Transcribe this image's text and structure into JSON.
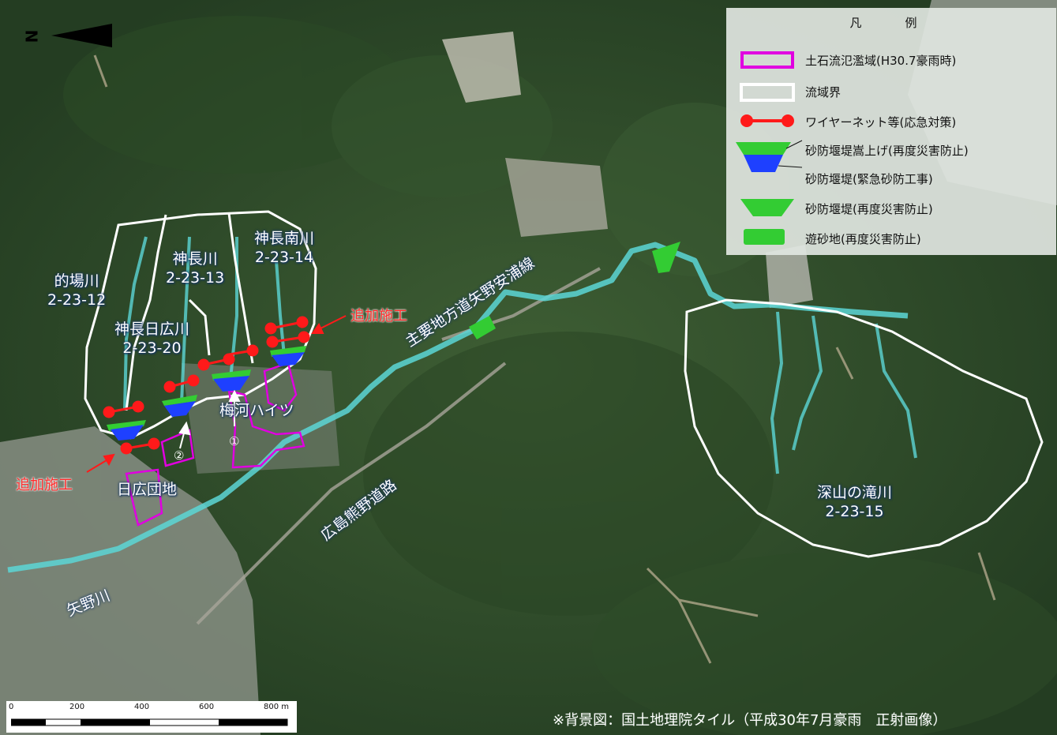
{
  "north_arrow": "N",
  "legend": {
    "title": "凡　例",
    "items": [
      {
        "label": "土石流氾濫域(H30.7豪雨時)",
        "icon": "magenta-outline-rect",
        "color": "#e000e0"
      },
      {
        "label": "流域界",
        "icon": "white-outline-rect",
        "color": "#ffffff"
      },
      {
        "label": "ワイヤーネット等(応急対策)",
        "icon": "red-dot-line",
        "color": "#ff1a1a"
      },
      {
        "label": "砂防堰堤嵩上げ(再度災害防止)",
        "icon": "green-trapezoid",
        "color": "#33cc33"
      },
      {
        "label": "砂防堰堤(緊急砂防工事)",
        "icon": "blue-trapezoid",
        "color": "#1e40ff"
      },
      {
        "label": "砂防堰堤(再度災害防止)",
        "icon": "green-trapezoid",
        "color": "#33cc33"
      },
      {
        "label": "遊砂地(再度災害防止)",
        "icon": "green-rect",
        "color": "#33cc33"
      }
    ]
  },
  "basins": [
    {
      "name": "的場川",
      "code": "2-23-12"
    },
    {
      "name": "神長川",
      "code": "2-23-13"
    },
    {
      "name": "神長南川",
      "code": "2-23-14"
    },
    {
      "name": "神長日広川",
      "code": "2-23-20"
    },
    {
      "name": "深山の滝川",
      "code": "2-23-15"
    }
  ],
  "places": {
    "heights": "梅河ハイツ",
    "danchi": "日広団地",
    "river": "矢野川",
    "road_main": "主要地方道矢野安浦線",
    "road_hiroshima": "広島熊野道路"
  },
  "additional_works": [
    "追加施工",
    "追加施工"
  ],
  "markers": [
    "①",
    "②"
  ],
  "scale": {
    "ticks": [
      "0",
      "200",
      "400",
      "600",
      "800 m"
    ]
  },
  "credit": "※背景図：国土地理院タイル（平成30年7月豪雨　正射画像）",
  "colors": {
    "river": "#5cd6d6",
    "flood": "#e000e0",
    "boundary": "#ffffff",
    "net": "#ff1a1a",
    "dam_blue": "#1e40ff",
    "dam_green": "#33cc33"
  }
}
